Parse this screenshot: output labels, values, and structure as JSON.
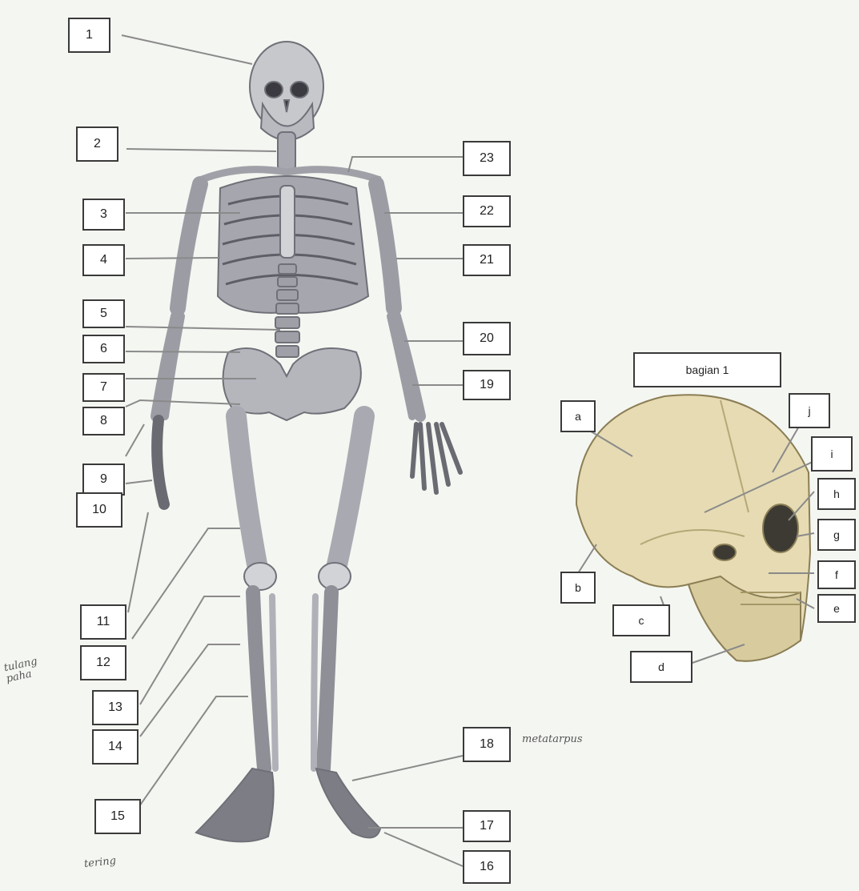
{
  "skeleton_labels": [
    "1",
    "2",
    "3",
    "4",
    "5",
    "6",
    "7",
    "8",
    "9",
    "10",
    "11",
    "12",
    "13",
    "14",
    "15",
    "16",
    "17",
    "18",
    "19",
    "20",
    "21",
    "22",
    "23"
  ],
  "skull_title": "bagian 1",
  "skull_labels": [
    "a",
    "b",
    "c",
    "d",
    "e",
    "f",
    "g",
    "h",
    "i",
    "j"
  ],
  "handwritten": {
    "note_18": "metatarpus",
    "note_left": "tulang paha",
    "note_bottom": "tering"
  },
  "colors": {
    "bone": "#c7c8cc",
    "bone_dark": "#8d8e96",
    "skull": "#e6dbb3",
    "skull_shadow": "#bfb286",
    "leader": "#8a8a8a"
  }
}
